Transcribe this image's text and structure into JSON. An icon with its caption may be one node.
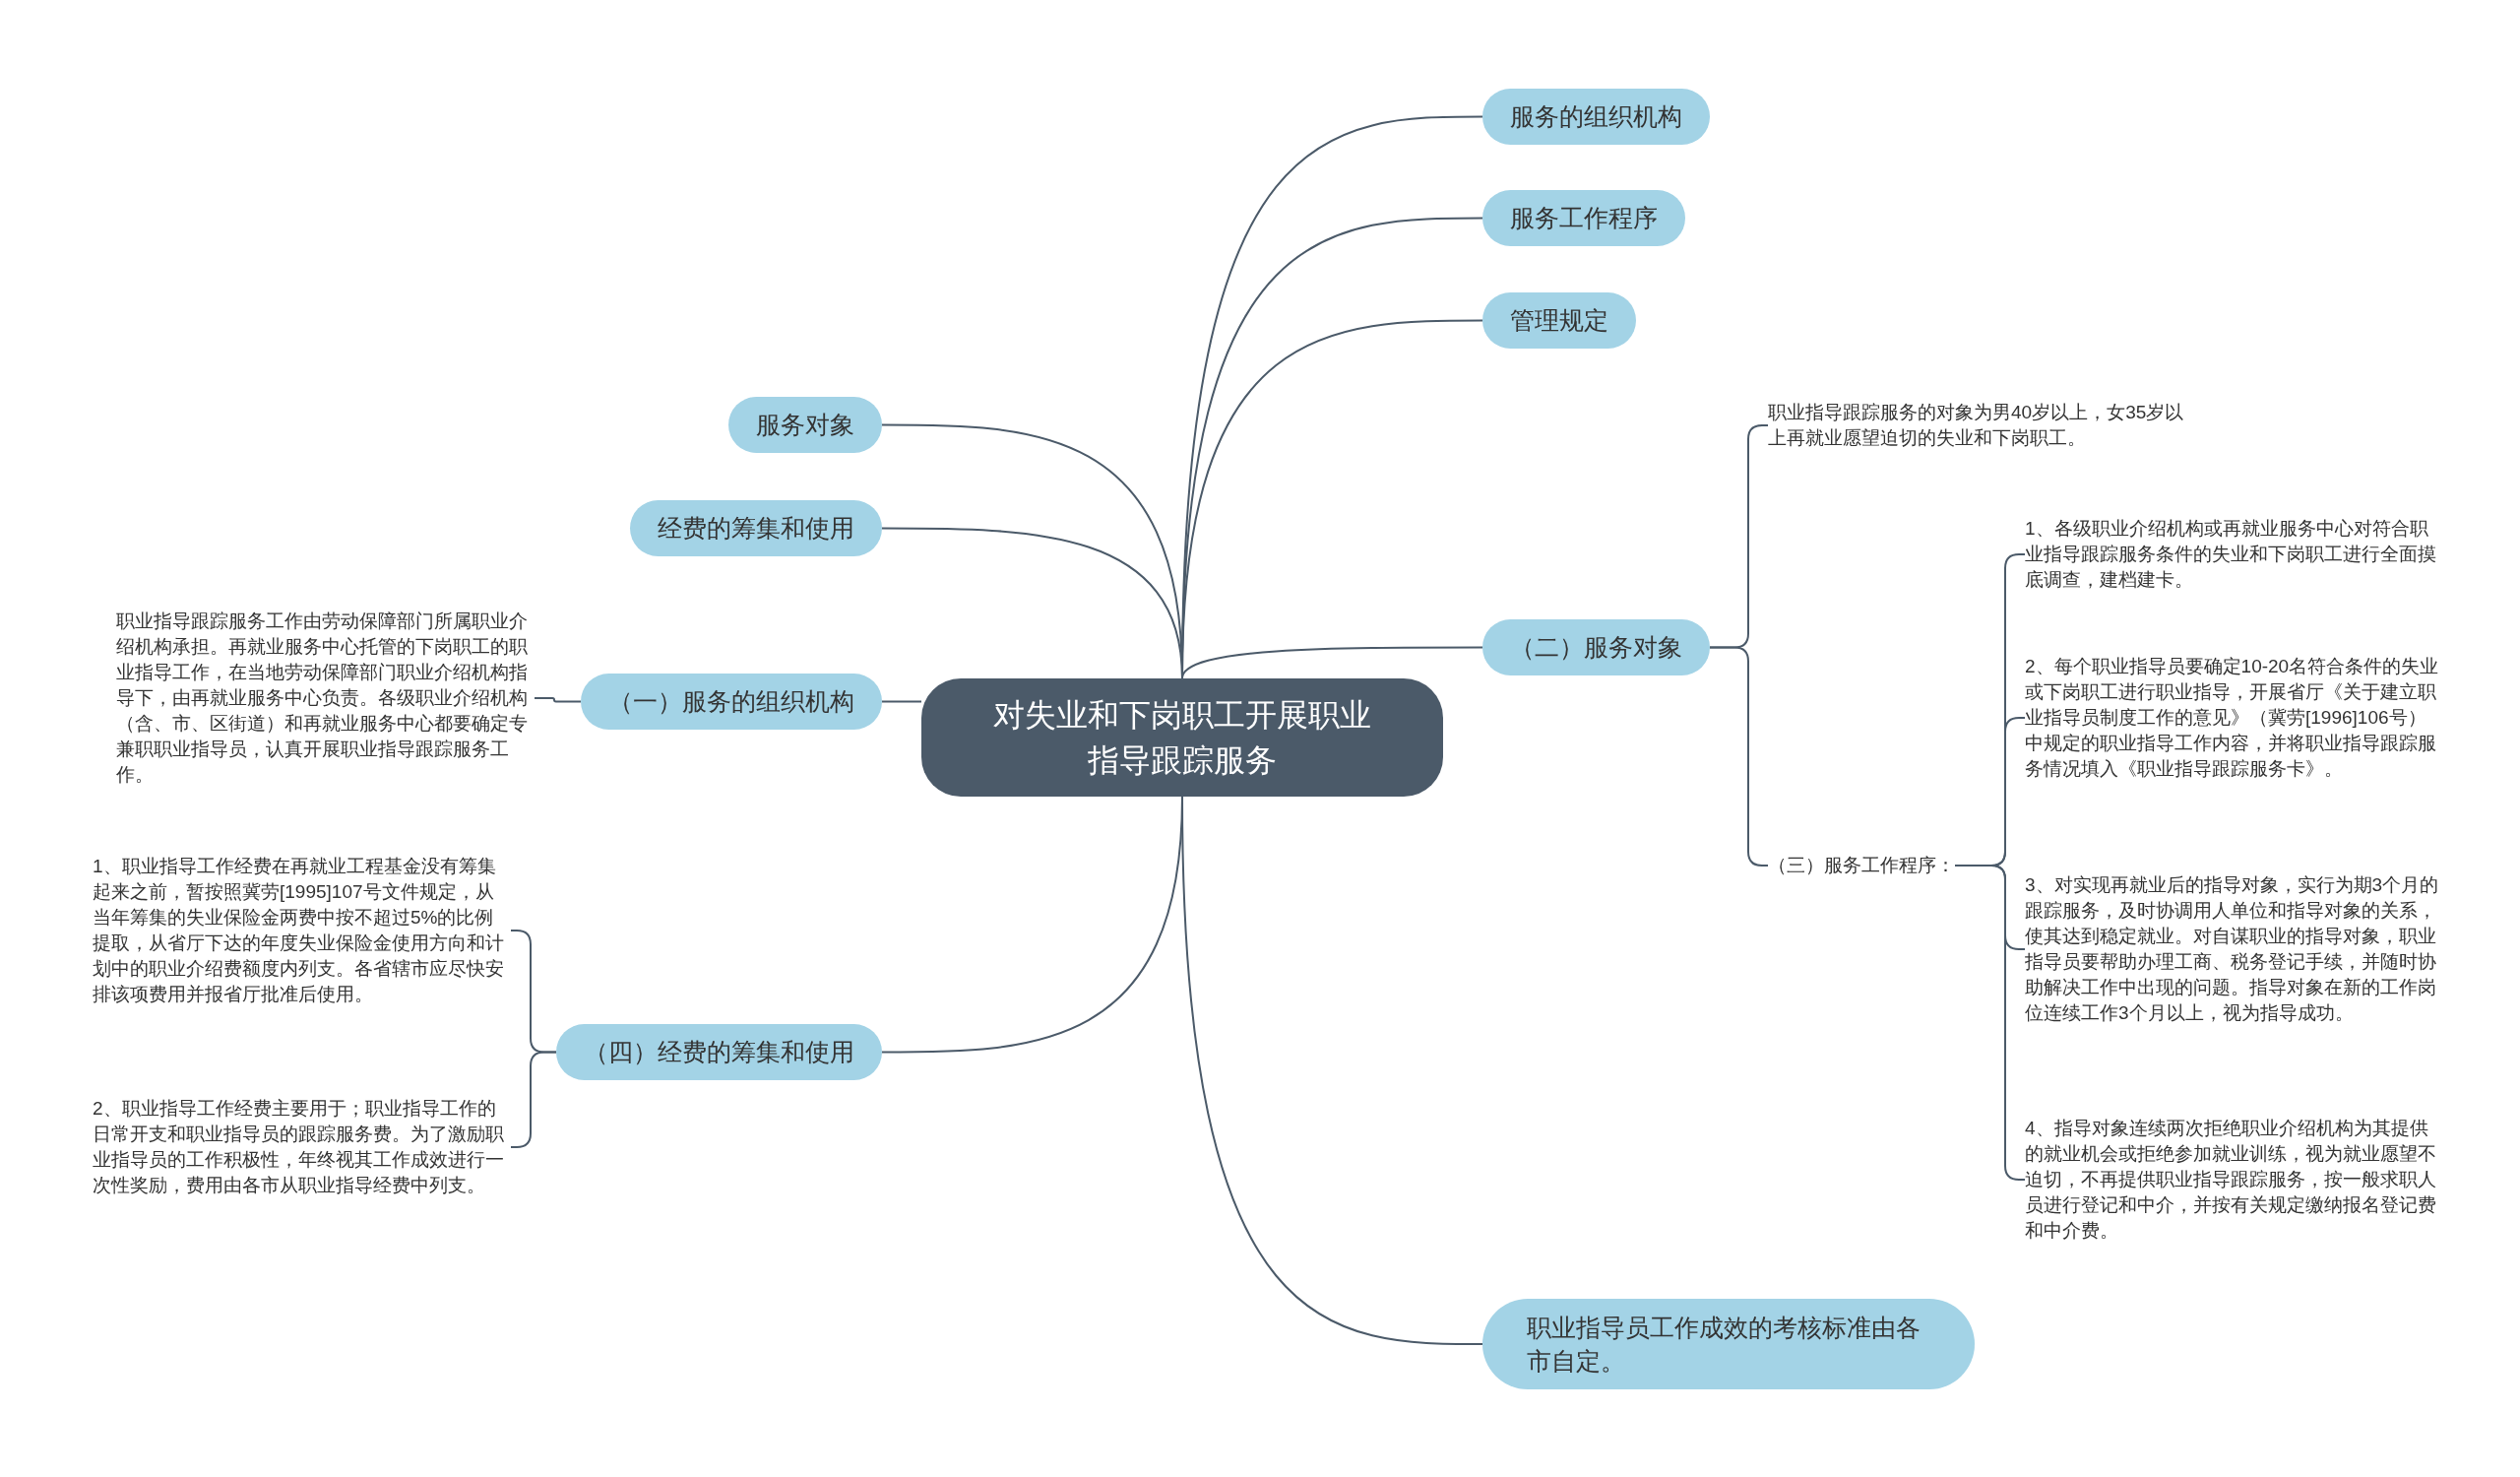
{
  "diagram": {
    "nodes": [
      {
        "text": [
          "对失业和下岗职工开展职业指导跟踪服务"
        ]
      },
      {
        "text": [
          "服务的组织机构"
        ]
      },
      {
        "text": [
          "服务工作程序"
        ]
      },
      {
        "text": [
          "管理规定"
        ]
      },
      {
        "text": [
          "（二）服务对象"
        ]
      },
      {
        "text": [
          "职业指导跟踪服务的对象为男40岁以上，女35岁以上再就业愿望迫切的失业和下岗职工。"
        ]
      },
      {
        "text": [
          "（三）服务工作程序："
        ]
      },
      {
        "text": [
          "1、各级职业介绍机构或再就业服务中心对符合职业指导跟踪服务条件的失业和下岗职工进行全面摸底调查，建档建卡。"
        ]
      },
      {
        "text": [
          "2、每个职业指导员要确定10-20名符合条件的失业或下岗职工进行职业指导，开展省厅《关于建立职业指导员制度工作的意见》（冀劳[1996]106号）中规定的职业指导工作内容，并将职业指导跟踪服务情况填入《职业指导跟踪服务卡》。"
        ]
      },
      {
        "text": [
          "3、对实现再就业后的指导对象，实行为期3个月的跟踪服务，及时协调用人单位和指导对象的关系，使其达到稳定就业。对自谋职业的指导对象，职业指导员要帮助办理工商、税务登记手续，并随时协助解决工作中出现的问题。指导对象在新的工作岗位连续工作3个月以上，视为指导成功。"
        ]
      },
      {
        "text": [
          "4、指导对象连续两次拒绝职业介绍机构为其提供的就业机会或拒绝参加就业训练，视为就业愿望不迫切，不再提供职业指导跟踪服务，按一般求职人员进行登记和中介，并按有关规定缴纳报名登记费和中介费。"
        ]
      },
      {
        "text": [
          "职业指导员工作成效的考核标准由各市自定。"
        ]
      },
      {
        "text": [
          "服务对象"
        ]
      },
      {
        "text": [
          "经费的筹集和使用"
        ]
      },
      {
        "text": [
          "（一）服务的组织机构"
        ]
      },
      {
        "text": [
          "职业指导跟踪服务工作由劳动保障部门所属职业介绍机构承担。再就业服务中心托管的下岗职工的职业指导工作，在当地劳动保障部门职业介绍机构指导下，由再就业服务中心负责。各级职业介绍机构（含、市、区街道）和再就业服务中心都要确定专兼职职业指导员，认真开展职业指导跟踪服务工作。"
        ]
      },
      {
        "text": [
          "（四）经费的筹集和使用"
        ]
      },
      {
        "text": [
          "1、职业指导工作经费在再就业工程基金没有筹集起来之前，暂按照冀劳[1995]107号文件规定，从当年筹集的失业保险金两费中按不超过5%的比例提取，从省厅下达的年度失业保险金使用方向和计划中的职业介绍费额度内列支。各省辖市应尽快安排该项费用并报省厅批准后使用。"
        ]
      },
      {
        "text": [
          "2、职业指导工作经费主要用于；职业指导工作的日常开支和职业指导员的跟踪服务费。为了激励职业指导员的工作积极性，年终视其工作成效进行一次性奖励，费用由各市从职业指导经费中列支。"
        ]
      }
    ],
    "edges": [
      {
        "from": 0,
        "to": 1,
        "arrow": "none"
      },
      {
        "from": 0,
        "to": 2,
        "arrow": "none"
      },
      {
        "from": 0,
        "to": 3,
        "arrow": "none"
      },
      {
        "from": 0,
        "to": 4,
        "arrow": "none"
      },
      {
        "from": 4,
        "to": 5,
        "arrow": "none"
      },
      {
        "from": 4,
        "to": 6,
        "arrow": "none"
      },
      {
        "from": 6,
        "to": 7,
        "arrow": "none"
      },
      {
        "from": 6,
        "to": 8,
        "arrow": "none"
      },
      {
        "from": 6,
        "to": 9,
        "arrow": "none"
      },
      {
        "from": 6,
        "to": 10,
        "arrow": "none"
      },
      {
        "from": 0,
        "to": 11,
        "arrow": "none"
      },
      {
        "from": 0,
        "to": 12,
        "arrow": "none"
      },
      {
        "from": 0,
        "to": 13,
        "arrow": "none"
      },
      {
        "from": 0,
        "to": 14,
        "arrow": "none"
      },
      {
        "from": 14,
        "to": 15,
        "arrow": "none"
      },
      {
        "from": 0,
        "to": 16,
        "arrow": "none"
      },
      {
        "from": 16,
        "to": 17,
        "arrow": "none"
      },
      {
        "from": 16,
        "to": 18,
        "arrow": "none"
      }
    ]
  }
}
